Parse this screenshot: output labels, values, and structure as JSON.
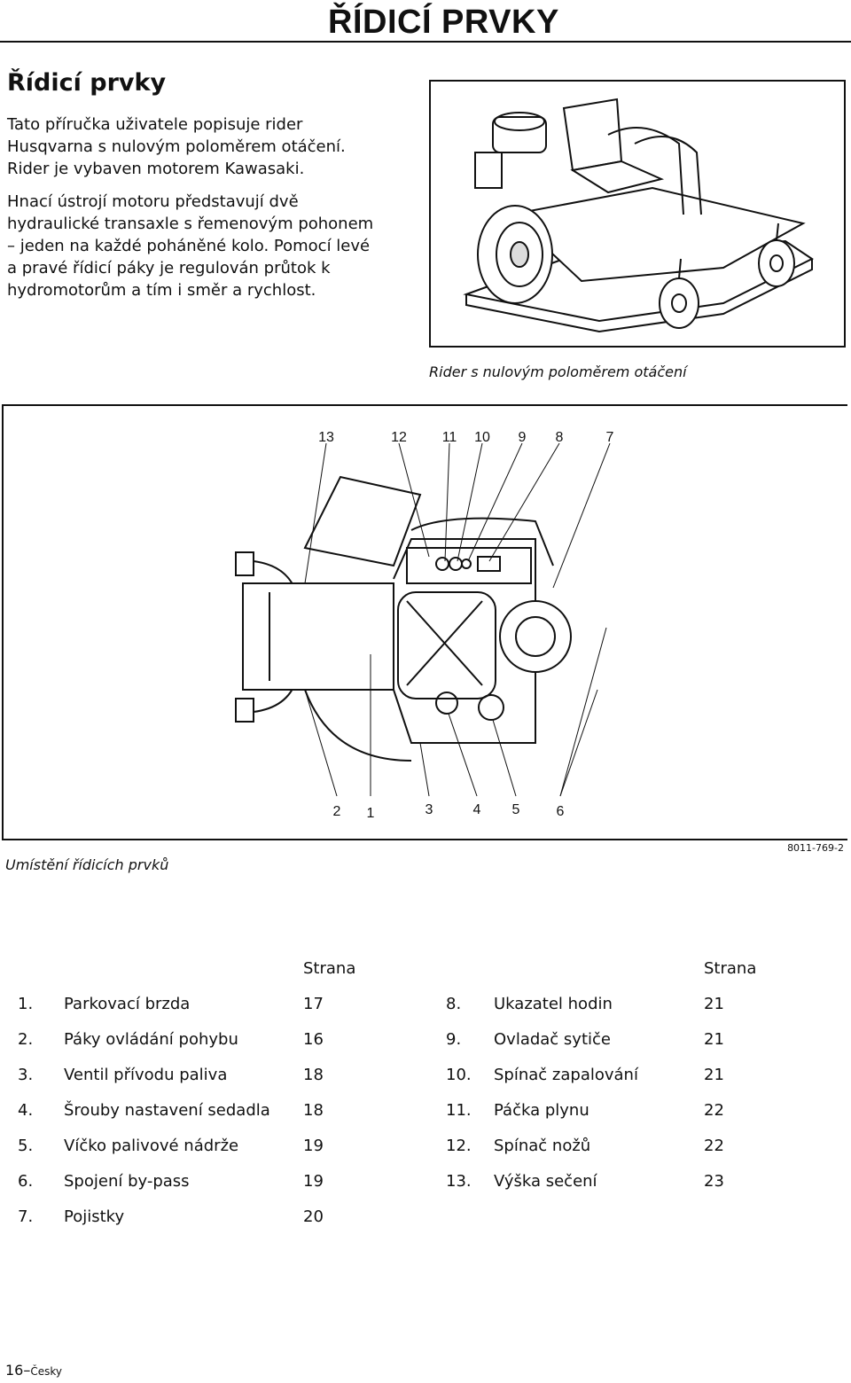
{
  "header": {
    "title": "ŘÍDICÍ PRVKY"
  },
  "section": {
    "title": "Řídicí prvky"
  },
  "intro": {
    "p1": "Tato příručka uživatele popisuje rider Husqvarna s nulovým poloměrem otáčení. Rider je vybaven motorem Kawasaki.",
    "p2": "Hnací ústrojí motoru představují dvě hydraulické transaxle s řemenovým pohonem – jeden na každé poháněné kolo. Pomocí levé a pravé řídicí páky je regulován průtok k hydromotorům a tím i směr a rychlost."
  },
  "figure1": {
    "caption": "Rider s nulovým poloměrem otáčení"
  },
  "figure2": {
    "caption": "Umístění řídicích prvků",
    "code": "8011-769-2",
    "top_callouts": [
      "13",
      "12",
      "11",
      "10",
      "9",
      "8",
      "7"
    ],
    "bottom_callouts": [
      "2",
      "1",
      "3",
      "4",
      "5",
      "6"
    ]
  },
  "list": {
    "page_header": "Strana",
    "left": [
      {
        "num": "1.",
        "label": "Parkovací brzda",
        "page": "17"
      },
      {
        "num": "2.",
        "label": "Páky ovládání pohybu",
        "page": "16"
      },
      {
        "num": "3.",
        "label": "Ventil přívodu paliva",
        "page": "18"
      },
      {
        "num": "4.",
        "label": "Šrouby nastavení sedadla",
        "page": "18"
      },
      {
        "num": "5.",
        "label": "Víčko palivové nádrže",
        "page": "19"
      },
      {
        "num": "6.",
        "label": "Spojení by-pass",
        "page": "19"
      },
      {
        "num": "7.",
        "label": "Pojistky",
        "page": "20"
      }
    ],
    "right": [
      {
        "num": "8.",
        "label": "Ukazatel hodin",
        "page": "21"
      },
      {
        "num": "9.",
        "label": "Ovladač sytiče",
        "page": "21"
      },
      {
        "num": "10.",
        "label": "Spínač zapalování",
        "page": "21"
      },
      {
        "num": "11.",
        "label": "Páčka plynu",
        "page": "22"
      },
      {
        "num": "12.",
        "label": "Spínač nožů",
        "page": "22"
      },
      {
        "num": "13.",
        "label": "Výška sečení",
        "page": "23"
      }
    ]
  },
  "footer": {
    "page": "16",
    "lang": "Česky"
  }
}
